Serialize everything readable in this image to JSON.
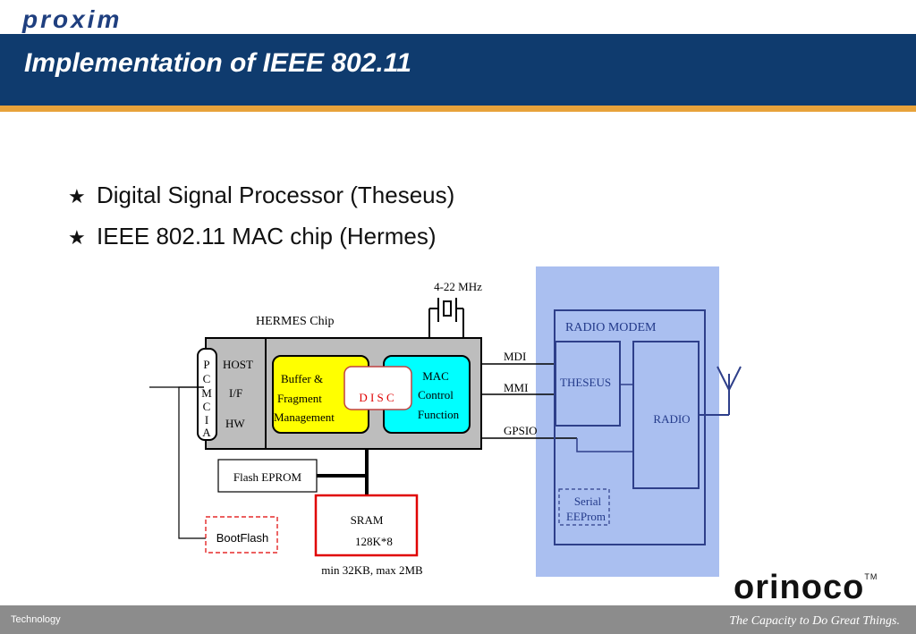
{
  "header": {
    "logo": "proxim",
    "title": "Implementation of IEEE 802.11"
  },
  "bullets": [
    "Digital Signal Processor (Theseus)",
    "IEEE 802.11 MAC chip (Hermes)"
  ],
  "bullet_icon": "star-icon",
  "diagram": {
    "crystal_label": "4-22 MHz",
    "hermes_label": "HERMES Chip",
    "pcmcia_letters": [
      "P",
      "C",
      "M",
      "C",
      "I",
      "A"
    ],
    "host_lines": [
      "HOST",
      "I/F",
      "HW"
    ],
    "buffer_lines": [
      "Buffer &",
      "Fragment",
      "Management"
    ],
    "disc_label": "D I S C",
    "mac_lines": [
      "MAC",
      "Control",
      "Function"
    ],
    "mdi_label": "MDI",
    "mmi_label": "MMI",
    "gpsio_label": "GPSIO",
    "flash_label": "Flash EPROM",
    "sram_lines": [
      "SRAM",
      "128K*8"
    ],
    "sram_note": "min 32KB,  max 2MB",
    "bootflash_label": "BootFlash",
    "radio_modem_label": "RADIO MODEM",
    "theseus_label": "THESEUS",
    "radio_label": "RADIO",
    "serial_lines": [
      "Serial",
      "EEProm"
    ],
    "colors": {
      "radio_panel": "#aabff0",
      "buffer_fill": "#ffff00",
      "mac_fill": "#00ffff",
      "chip_fill": "#bdbdbd",
      "sram_border": "#e00000",
      "modem_border": "#2e3f8a"
    }
  },
  "footer": {
    "left": "Technology",
    "right": "The Capacity to Do Great Things.",
    "brand": "orinoco",
    "brand_mark": "TM"
  }
}
